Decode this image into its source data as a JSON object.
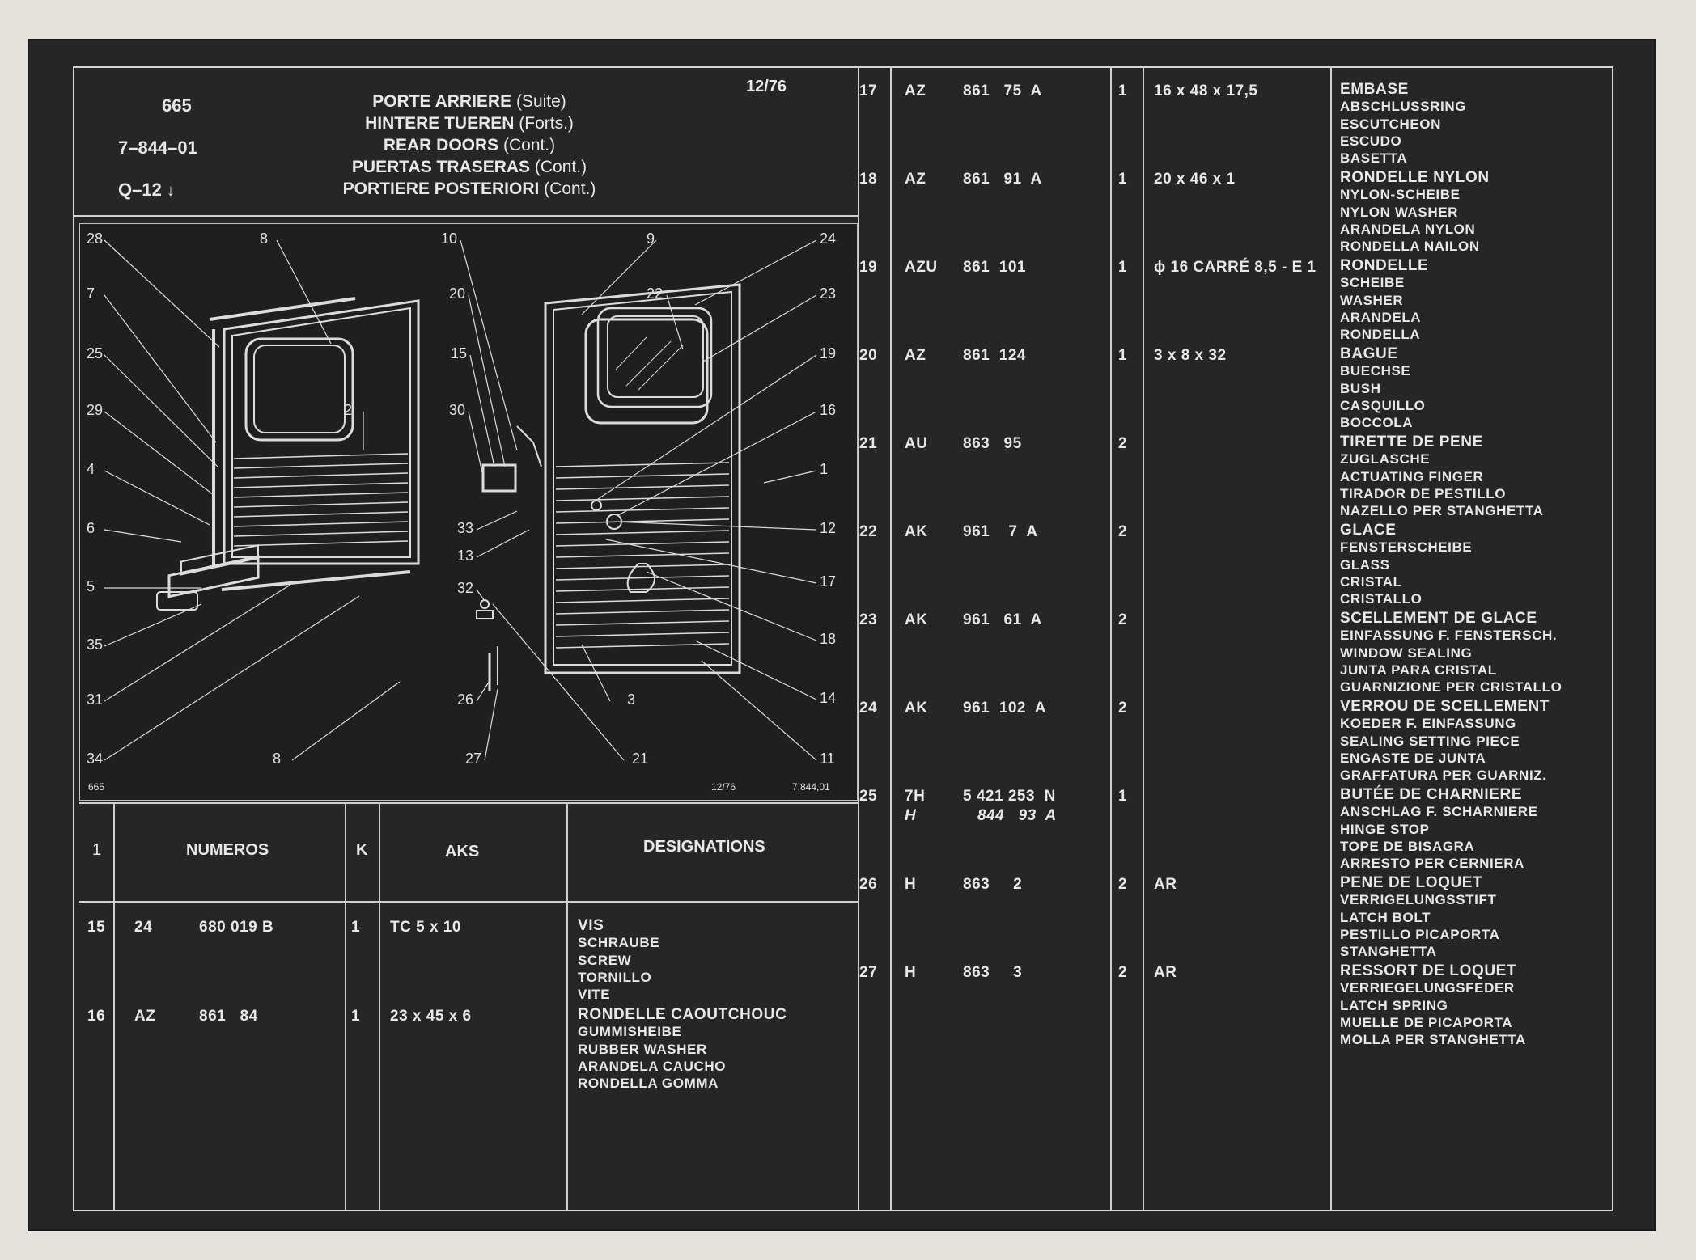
{
  "header": {
    "page": "665",
    "ref": "7–844–01",
    "group": "Q–12",
    "date": "12/76",
    "titles": [
      {
        "main": "PORTE ARRIERE",
        "sub": "(Suite)"
      },
      {
        "main": "HINTERE TUEREN",
        "sub": "(Forts.)"
      },
      {
        "main": "REAR DOORS",
        "sub": "(Cont.)"
      },
      {
        "main": "PUERTAS TRASERAS",
        "sub": "(Cont.)"
      },
      {
        "main": "PORTIERE POSTERIORI",
        "sub": "(Cont.)"
      }
    ]
  },
  "diagram": {
    "corner_left": "665",
    "corner_mid": "12/76",
    "corner_right": "7,844,01",
    "callouts": [
      "28",
      "8",
      "10",
      "9",
      "24",
      "7",
      "20",
      "22",
      "23",
      "25",
      "15",
      "19",
      "29",
      "30",
      "2",
      "16",
      "4",
      "1",
      "6",
      "33",
      "12",
      "5",
      "13",
      "17",
      "32",
      "35",
      "18",
      "31",
      "26",
      "3",
      "14",
      "34",
      "8",
      "27",
      "21",
      "11"
    ]
  },
  "columns": {
    "index": "1",
    "numeros": "NUMEROS",
    "k": "K",
    "aks": "AKS",
    "designations": "DESIGNATIONS"
  },
  "parts": [
    {
      "n": "15",
      "pre": "24",
      "num": "680 019 B",
      "k": "1",
      "aks": "TC 5 x 10",
      "designations": [
        "VIS",
        "SCHRAUBE",
        "SCREW",
        "TORNILLO",
        "VITE"
      ]
    },
    {
      "n": "16",
      "pre": "AZ",
      "num": "861   84",
      "k": "1",
      "aks": "23 x 45 x 6",
      "designations": [
        "RONDELLE CAOUTCHOUC",
        "GUMMISHEIBE",
        "RUBBER WASHER",
        "ARANDELA CAUCHO",
        "RONDELLA GOMMA"
      ]
    },
    {
      "n": "17",
      "pre": "AZ",
      "num": "861   75  A",
      "k": "1",
      "aks": "16 x 48 x 17,5",
      "designations": [
        "EMBASE",
        "ABSCHLUSSRING",
        "ESCUTCHEON",
        "ESCUDO",
        "BASETTA"
      ]
    },
    {
      "n": "18",
      "pre": "AZ",
      "num": "861   91  A",
      "k": "1",
      "aks": "20 x 46 x 1",
      "designations": [
        "RONDELLE NYLON",
        "NYLON-SCHEIBE",
        "NYLON WASHER",
        "ARANDELA NYLON",
        "RONDELLA NAILON"
      ]
    },
    {
      "n": "19",
      "pre": "AZU",
      "num": "861  101",
      "k": "1",
      "aks": "ϕ 16 CARRÉ 8,5 - E 1",
      "designations": [
        "RONDELLE",
        "SCHEIBE",
        "WASHER",
        "ARANDELA",
        "RONDELLA"
      ]
    },
    {
      "n": "20",
      "pre": "AZ",
      "num": "861  124",
      "k": "1",
      "aks": "3 x 8 x 32",
      "designations": [
        "BAGUE",
        "BUECHSE",
        "BUSH",
        "CASQUILLO",
        "BOCCOLA"
      ]
    },
    {
      "n": "21",
      "pre": "AU",
      "num": "863   95",
      "k": "2",
      "aks": "",
      "designations": [
        "TIRETTE DE PENE",
        "ZUGLASCHE",
        "ACTUATING FINGER",
        "TIRADOR DE PESTILLO",
        "NAZELLO PER STANGHETTA"
      ]
    },
    {
      "n": "22",
      "pre": "AK",
      "num": "961    7  A",
      "k": "2",
      "aks": "",
      "designations": [
        "GLACE",
        "FENSTERSCHEIBE",
        "GLASS",
        "CRISTAL",
        "CRISTALLO"
      ]
    },
    {
      "n": "23",
      "pre": "AK",
      "num": "961   61  A",
      "k": "2",
      "aks": "",
      "designations": [
        "SCELLEMENT DE GLACE",
        "EINFASSUNG F. FENSTERSCH.",
        "WINDOW SEALING",
        "JUNTA PARA CRISTAL",
        "GUARNIZIONE PER CRISTALLO"
      ]
    },
    {
      "n": "24",
      "pre": "AK",
      "num": "961  102  A",
      "k": "2",
      "aks": "",
      "designations": [
        "VERROU DE SCELLEMENT",
        "KOEDER F. EINFASSUNG",
        "SEALING SETTING PIECE",
        "ENGASTE DE JUNTA",
        "GRAFFATURA PER GUARNIZ."
      ]
    },
    {
      "n": "25",
      "pre": "7H",
      "num": "5 421 253  N",
      "pre2": "H",
      "num2": "844   93  A",
      "k": "1",
      "aks": "",
      "designations": [
        "BUTÉE DE CHARNIERE",
        "ANSCHLAG F. SCHARNIERE",
        "HINGE STOP",
        "TOPE DE BISAGRA",
        "ARRESTO PER CERNIERA"
      ]
    },
    {
      "n": "26",
      "pre": "H",
      "num": "863     2",
      "k": "2",
      "aks": "AR",
      "designations": [
        "PENE DE LOQUET",
        "VERRIGELUNGSSTIFT",
        "LATCH BOLT",
        "PESTILLO PICAPORTA",
        "STANGHETTA"
      ]
    },
    {
      "n": "27",
      "pre": "H",
      "num": "863     3",
      "k": "2",
      "aks": "AR",
      "designations": [
        "RESSORT DE LOQUET",
        "VERRIEGELUNGSFEDER",
        "LATCH SPRING",
        "MUELLE DE PICAPORTA",
        "MOLLA PER STANGHETTA"
      ]
    }
  ]
}
